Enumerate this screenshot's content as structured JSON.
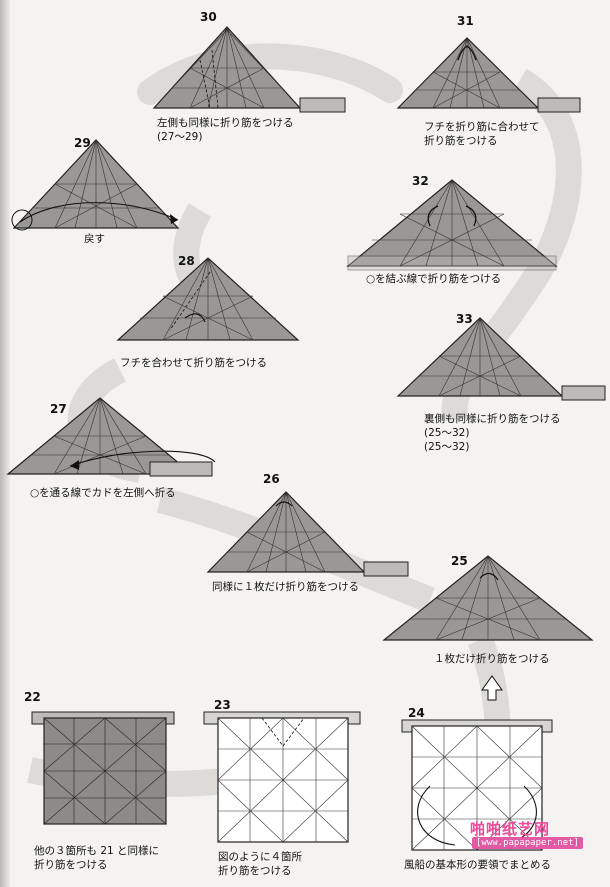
{
  "steps": [
    {
      "num": "30",
      "caption_lines": [
        "左側も同様に折り筋をつける",
        "(27〜29)"
      ]
    },
    {
      "num": "31",
      "caption_lines": [
        "フチを折り筋に合わせて",
        "折り筋をつける"
      ]
    },
    {
      "num": "29",
      "caption_lines": [
        "戻す"
      ]
    },
    {
      "num": "32",
      "caption_lines": [
        "○を結ぶ線で折り筋をつける"
      ]
    },
    {
      "num": "28",
      "caption_lines": [
        "フチを合わせて折り筋をつける"
      ]
    },
    {
      "num": "33",
      "caption_lines": [
        "裏側も同様に折り筋をつける",
        "(25〜32)",
        "(25〜32)"
      ]
    },
    {
      "num": "27",
      "caption_lines": [
        "○を通る線でカドを左側へ折る"
      ]
    },
    {
      "num": "26",
      "caption_lines": [
        "同様に１枚だけ折り筋をつける"
      ]
    },
    {
      "num": "25",
      "caption_lines": [
        "１枚だけ折り筋をつける"
      ]
    },
    {
      "num": "22",
      "caption_lines": [
        "他の３箇所も 21 と同様に",
        "折り筋をつける"
      ]
    },
    {
      "num": "23",
      "caption_lines": [
        "図のように４箇所",
        "折り筋をつける"
      ]
    },
    {
      "num": "24",
      "caption_lines": [
        "風船の基本形の要領でまとめる"
      ]
    }
  ],
  "watermark": {
    "logo": "啪啪纸艺网",
    "url": "[www.papapaper.net]"
  }
}
